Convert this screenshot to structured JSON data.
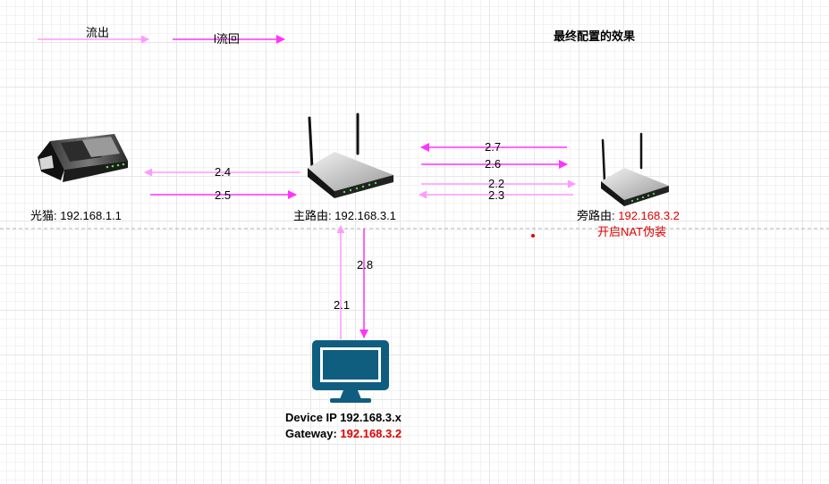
{
  "title": "最终配置的效果",
  "legend": {
    "out_label": "流出",
    "back_label": "l流回"
  },
  "nodes": {
    "modem": {
      "prefix": "光猫: ",
      "ip": "192.168.1.1"
    },
    "main_router": {
      "prefix": "主路由: ",
      "ip": "192.168.3.1"
    },
    "side_router": {
      "prefix": "旁路由: ",
      "ip": "192.168.3.2",
      "note": "开启NAT伪装"
    },
    "device": {
      "ip_line": "Device IP 192.168.3.x",
      "gw_prefix": "Gateway: ",
      "gw_ip": "192.168.3.2"
    }
  },
  "steps": {
    "s21": "2.1",
    "s22": "2.2",
    "s23": "2.3",
    "s24": "2.4",
    "s25": "2.5",
    "s26": "2.6",
    "s27": "2.7",
    "s28": "2.8"
  },
  "colors": {
    "out": "#ff99ff",
    "back": "#ff33ff",
    "accent": "#e00000",
    "monitor": "#0f5e80",
    "divider": "#b3b3b3"
  },
  "icons": {
    "modem": "modem-icon",
    "main_router": "wireless-router-icon",
    "side_router": "wireless-router-icon",
    "device": "monitor-icon"
  }
}
